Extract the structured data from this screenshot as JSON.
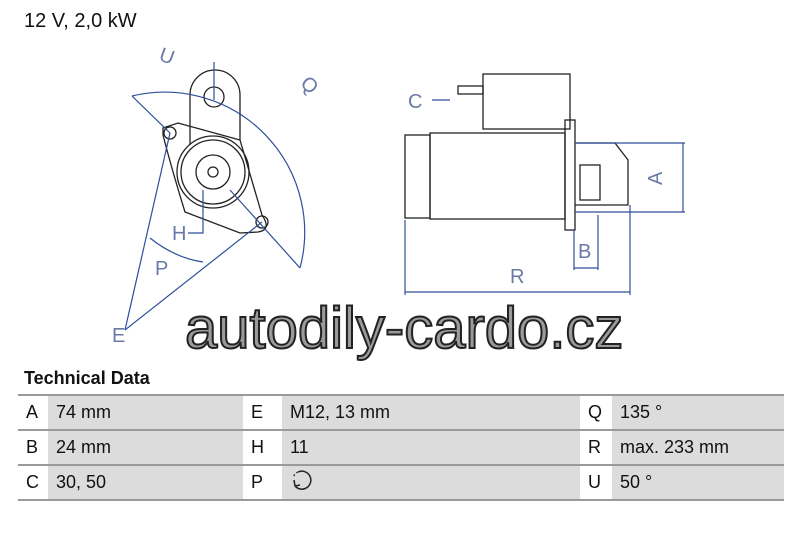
{
  "subtitle": "12 V, 2,0 kW",
  "diagram_labels": {
    "U": "U",
    "Q": "Q",
    "H": "H",
    "P": "P",
    "E": "E",
    "C": "C",
    "A": "A",
    "B": "B",
    "R": "R"
  },
  "section_title": "Technical Data",
  "specs": [
    [
      {
        "key": "A",
        "value": "74 mm"
      },
      {
        "key": "E",
        "value": "M12, 13 mm"
      },
      {
        "key": "Q",
        "value": "135 °"
      }
    ],
    [
      {
        "key": "B",
        "value": "24 mm"
      },
      {
        "key": "H",
        "value": "11"
      },
      {
        "key": "R",
        "value": "max. 233 mm"
      }
    ],
    [
      {
        "key": "C",
        "value": "30, 50"
      },
      {
        "key": "P",
        "value": "rotation-ccw-icon"
      },
      {
        "key": "U",
        "value": "50 °"
      }
    ]
  ],
  "watermark": "autodily-cardo.cz",
  "colors": {
    "dimension_line": "#2d4f9a",
    "table_fill": "#dcdcdd",
    "table_rule": "#9a9a9a"
  }
}
